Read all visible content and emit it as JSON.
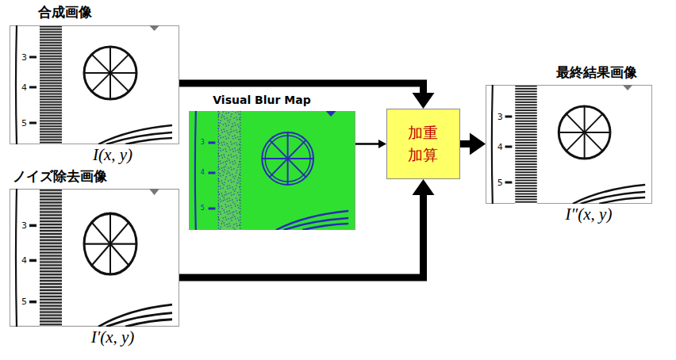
{
  "diagram": {
    "nodes": [
      {
        "text": [
          "合成画像",
          "I(x, y)"
        ]
      },
      {
        "text": [
          "Visual Blur Map"
        ]
      },
      {
        "text": [
          "ノイズ除去画像",
          "I′(x, y)"
        ]
      },
      {
        "text": [
          "加重 加算"
        ]
      },
      {
        "text": [
          "最終結果画像",
          "I″(x, y)"
        ]
      }
    ],
    "edges": [
      {
        "from": 0,
        "to": 3,
        "arrow": "to"
      },
      {
        "from": 1,
        "to": 3,
        "arrow": "to"
      },
      {
        "from": 2,
        "to": 3,
        "arrow": "to"
      },
      {
        "from": 3,
        "to": 4,
        "arrow": "to"
      }
    ],
    "labels": [
      "3",
      "4",
      "5",
      "3",
      "4",
      "5",
      "3",
      "4",
      "5",
      "3",
      "4",
      "5"
    ]
  }
}
